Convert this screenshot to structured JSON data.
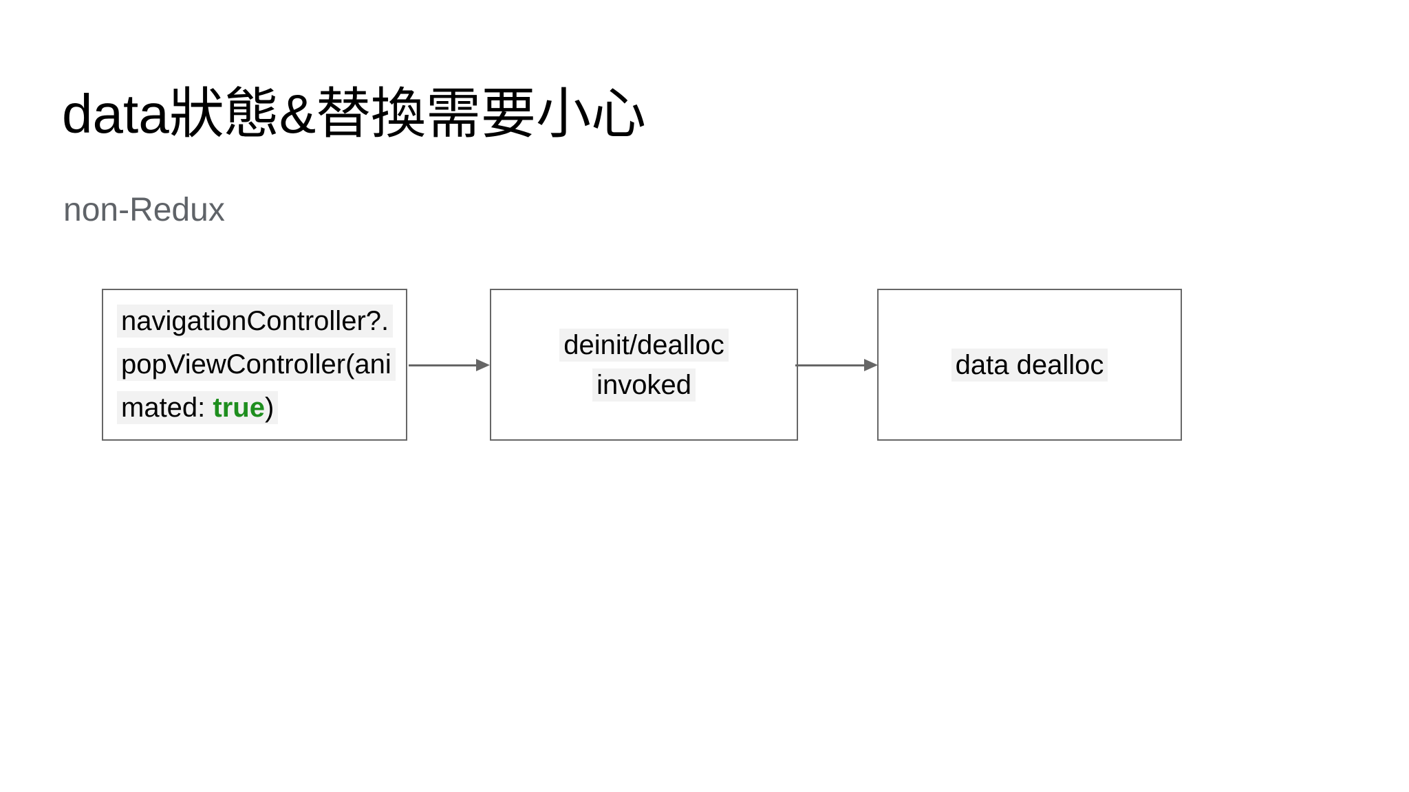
{
  "slide": {
    "title": "data狀態&替換需要小心",
    "subtitle": "non-Redux",
    "colors": {
      "background": "#ffffff",
      "title_text": "#000000",
      "subtitle_text": "#5f6368",
      "box_border": "#666666",
      "arrow": "#666666",
      "text_highlight_bg": "#f2f2f2",
      "keyword_green": "#1e8e1e"
    },
    "diagram": {
      "box1": {
        "line1": "navigationController?.",
        "line2": "popViewController(ani",
        "line3_prefix": "mated: ",
        "line3_keyword": "true",
        "line3_suffix": ")"
      },
      "box2": {
        "line1": "deinit/dealloc",
        "line2": "invoked"
      },
      "box3": {
        "line1": "data dealloc"
      }
    }
  }
}
